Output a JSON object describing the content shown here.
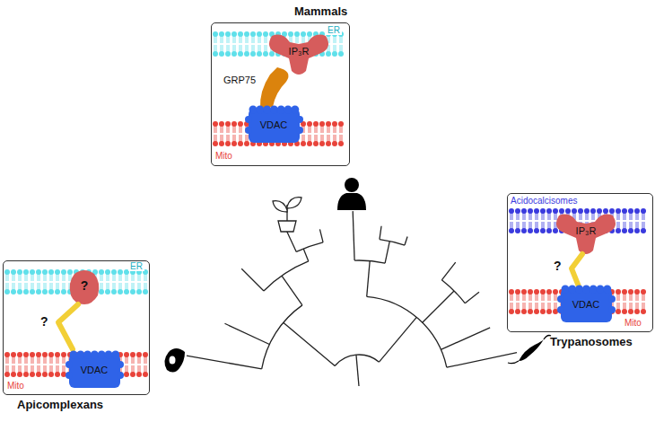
{
  "diagram": {
    "nodes": [
      {
        "text": [
          "Mammals"
        ]
      },
      {
        "text": [
          "IP₃R"
        ],
        "in": 0
      },
      {
        "text": [
          "GRP75"
        ],
        "in": 0
      },
      {
        "text": [
          "VDAC"
        ],
        "in": 0
      },
      {
        "text": [
          "Trypanosomes"
        ]
      },
      {
        "text": [
          "IP₃R"
        ],
        "in": 4
      },
      {
        "text": [
          "?"
        ],
        "in": 4
      },
      {
        "text": [
          "VDAC"
        ],
        "in": 4
      },
      {
        "text": [
          "Apicomplexans"
        ]
      },
      {
        "text": [
          "?"
        ],
        "in": 8
      },
      {
        "text": [
          "?"
        ],
        "in": 8
      },
      {
        "text": [
          "VDAC"
        ],
        "in": 8
      }
    ],
    "labels": [
      "ER",
      "Mito",
      "Acidocalcisomes",
      "Mito",
      "ER",
      "Mito"
    ]
  }
}
